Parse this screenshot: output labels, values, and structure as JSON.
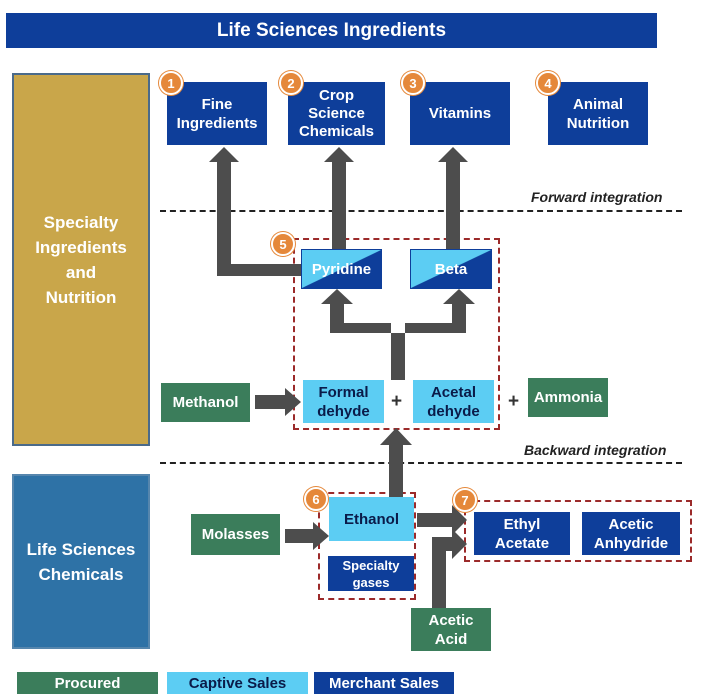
{
  "title": "Life Sciences Ingredients",
  "sections": {
    "specialty": "Specialty\nIngredients\nand\nNutrition",
    "lsc": "Life Sciences\nChemicals"
  },
  "integration": {
    "forward": "Forward integration",
    "backward": "Backward integration"
  },
  "top_products": [
    {
      "badge": "1",
      "label": "Fine\nIngredients"
    },
    {
      "badge": "2",
      "label": "Crop\nScience\nChemicals"
    },
    {
      "badge": "3",
      "label": "Vitamins"
    },
    {
      "badge": "4",
      "label": "Animal\nNutrition"
    }
  ],
  "group5": {
    "badge": "5",
    "pyridine": "Pyridine",
    "beta": "Beta"
  },
  "intermediates": {
    "methanol": "Methanol",
    "formaldehyde": "Formal\ndehyde",
    "plus": "+",
    "acetaldehyde": "Acetal\ndehyde",
    "ammonia": "Ammonia"
  },
  "group6": {
    "badge": "6",
    "ethanol": "Ethanol",
    "specialty_gases": "Specialty\ngases"
  },
  "molasses": "Molasses",
  "group7": {
    "badge": "7",
    "ethyl_acetate": "Ethyl\nAcetate",
    "acetic_anhydride": "Acetic\nAnhydride"
  },
  "acetic_acid": "Acetic\nAcid",
  "legend": {
    "procured": "Procured",
    "captive": "Captive Sales",
    "merchant": "Merchant Sales"
  },
  "colors": {
    "navy": "#0e3e9a",
    "cyan": "#5ccdf3",
    "green": "#3b7d5b",
    "gold": "#c9a64a",
    "steel_blue": "#2e72a6",
    "badge_orange": "#e5883a",
    "arrow_grey": "#4d4d4d",
    "dashed_red": "#9b2a2a"
  }
}
